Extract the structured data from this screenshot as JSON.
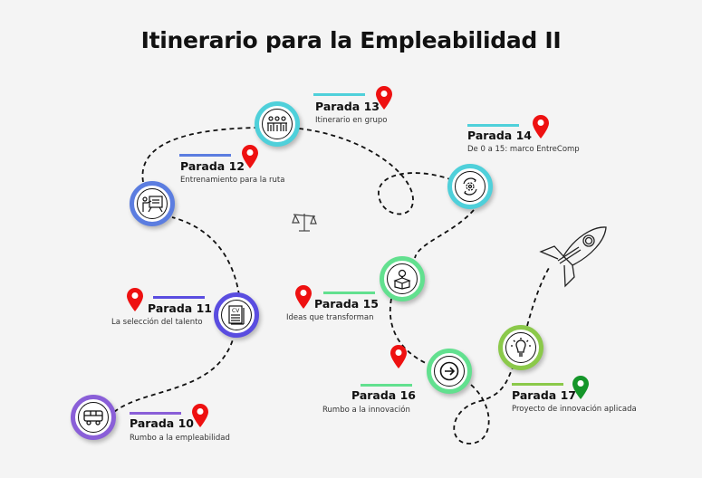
{
  "title": "Itinerario para la Empleabilidad II",
  "colors": {
    "pin_red": "#ee1111",
    "pin_green": "#15962a"
  },
  "stops": [
    {
      "label": "Parada 10",
      "subtitle": "Rumbo a la empleabilidad",
      "icon": "bus-icon",
      "color": "#8a5fd8"
    },
    {
      "label": "Parada 11",
      "subtitle": "La selección del talento",
      "icon": "cv-document-icon",
      "color": "#5a4de0"
    },
    {
      "label": "Parada 12",
      "subtitle": "Entrenamiento para la ruta",
      "icon": "presenter-icon",
      "color": "#5b7de0"
    },
    {
      "label": "Parada 13",
      "subtitle": "Itinerario en grupo",
      "icon": "group-icon",
      "color": "#4fd0da"
    },
    {
      "label": "Parada 14",
      "subtitle": "De 0 a 15: marco EntreComp",
      "icon": "gear-cycle-icon",
      "color": "#4fd0da"
    },
    {
      "label": "Parada 15",
      "subtitle": "Ideas que transforman",
      "icon": "idea-box-icon",
      "color": "#62e08f"
    },
    {
      "label": "Parada 16",
      "subtitle": "Rumbo a la innovación",
      "icon": "arrow-right-icon",
      "color": "#62e08f"
    },
    {
      "label": "Parada 17",
      "subtitle": "Proyecto de innovación aplicada",
      "icon": "lightbulb-icon",
      "color": "#8bc94a"
    }
  ]
}
